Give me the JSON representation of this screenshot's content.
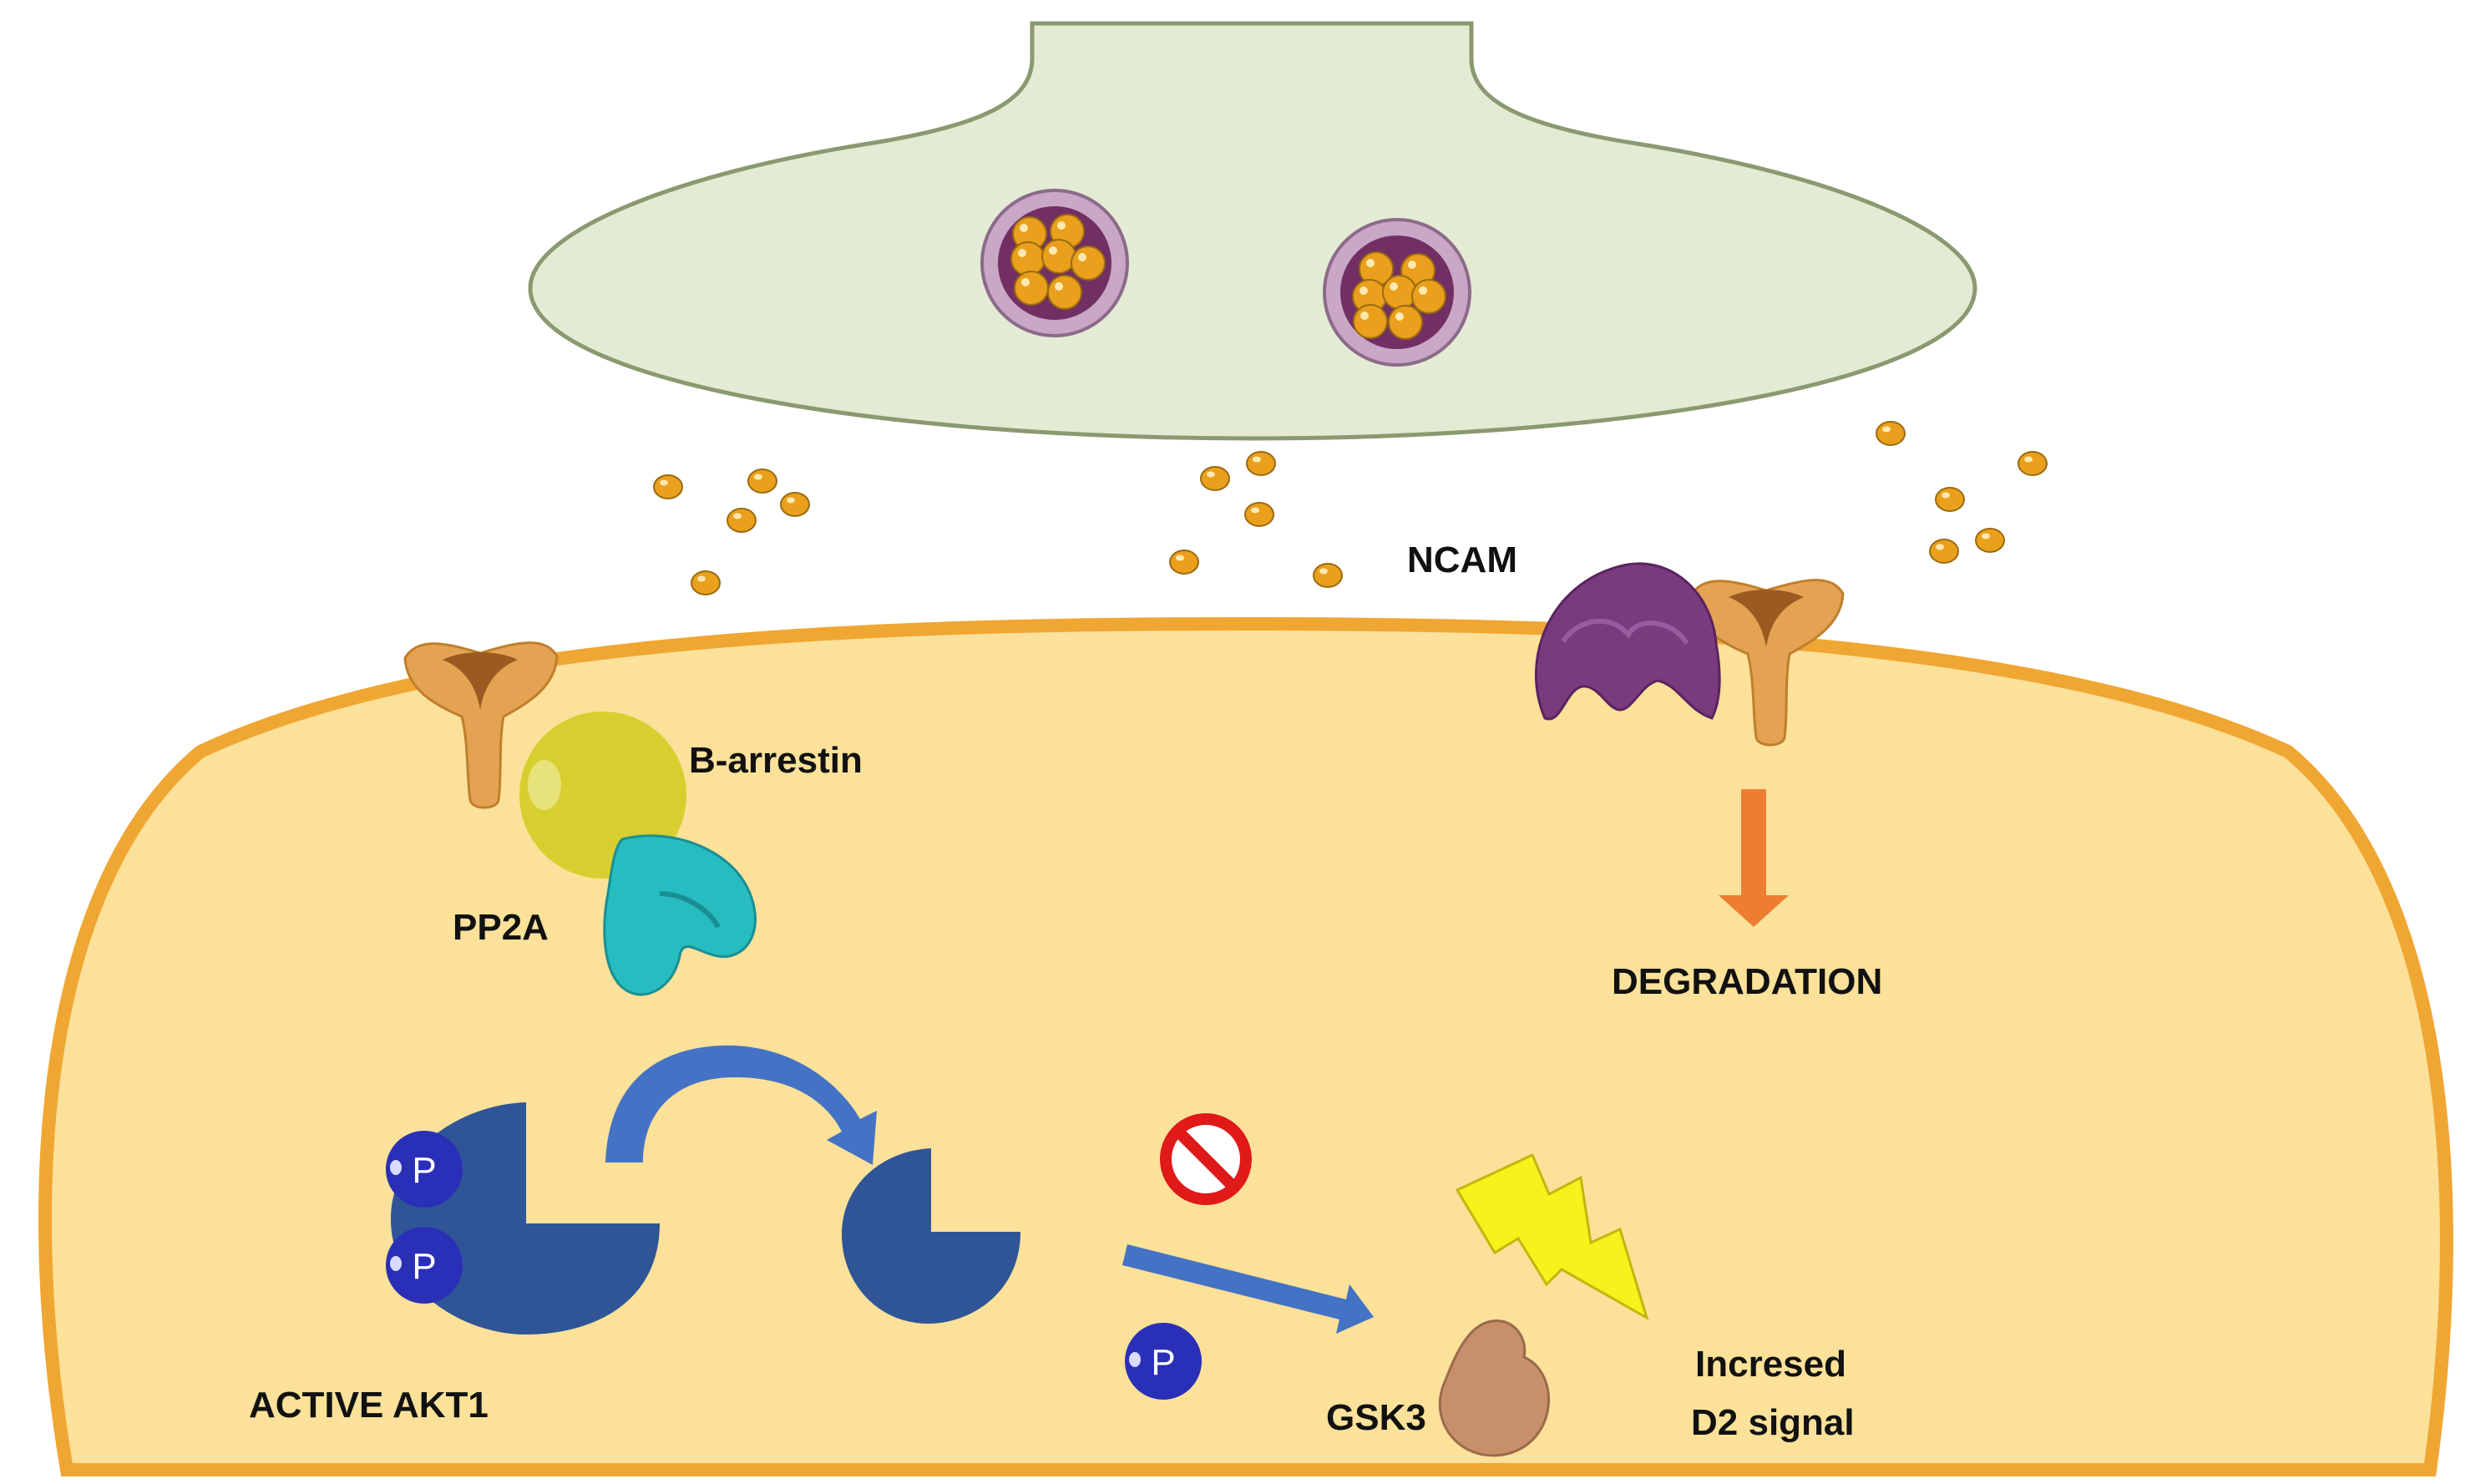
{
  "labels": {
    "ncam": "NCAM",
    "b_arrestin": "B-arrestin",
    "pp2a": "PP2A",
    "degradation": "DEGRADATION",
    "active_akt1": "ACTIVE AKT1",
    "gsk3": "GSK3",
    "d2_line1": "Incresed",
    "d2_line2": "D2 signal",
    "phospho": "P"
  },
  "colors": {
    "presynaptic_fill": "#e3ebd4",
    "presynaptic_stroke": "#8a9a70",
    "postsynaptic_fill": "#fbe199",
    "postsynaptic_stroke": "#f0a633",
    "neurotransmitter": "#eaa01c",
    "vesicle_outer": "#c9a7c6",
    "vesicle_inner": "#722f63",
    "receptor": "#e3a352",
    "ncam": "#7a3a7e",
    "b_arrestin": "#d6cf2f",
    "pp2a": "#27bcc0",
    "akt1": "#2f5597",
    "phosphate": "#2a2fb8",
    "arrow_blue": "#4472c4",
    "degradation_arrow": "#ed7d31",
    "inhibit_red": "#e01919",
    "lightning": "#f5f21c",
    "gsk3": "#c8906a"
  },
  "icons": [
    "vesicle-icon",
    "receptor-icon",
    "ncam-icon",
    "b-arrestin-icon",
    "pp2a-icon",
    "akt1-icon",
    "phosphate-icon",
    "inhibit-icon",
    "lightning-icon",
    "gsk3-icon"
  ]
}
